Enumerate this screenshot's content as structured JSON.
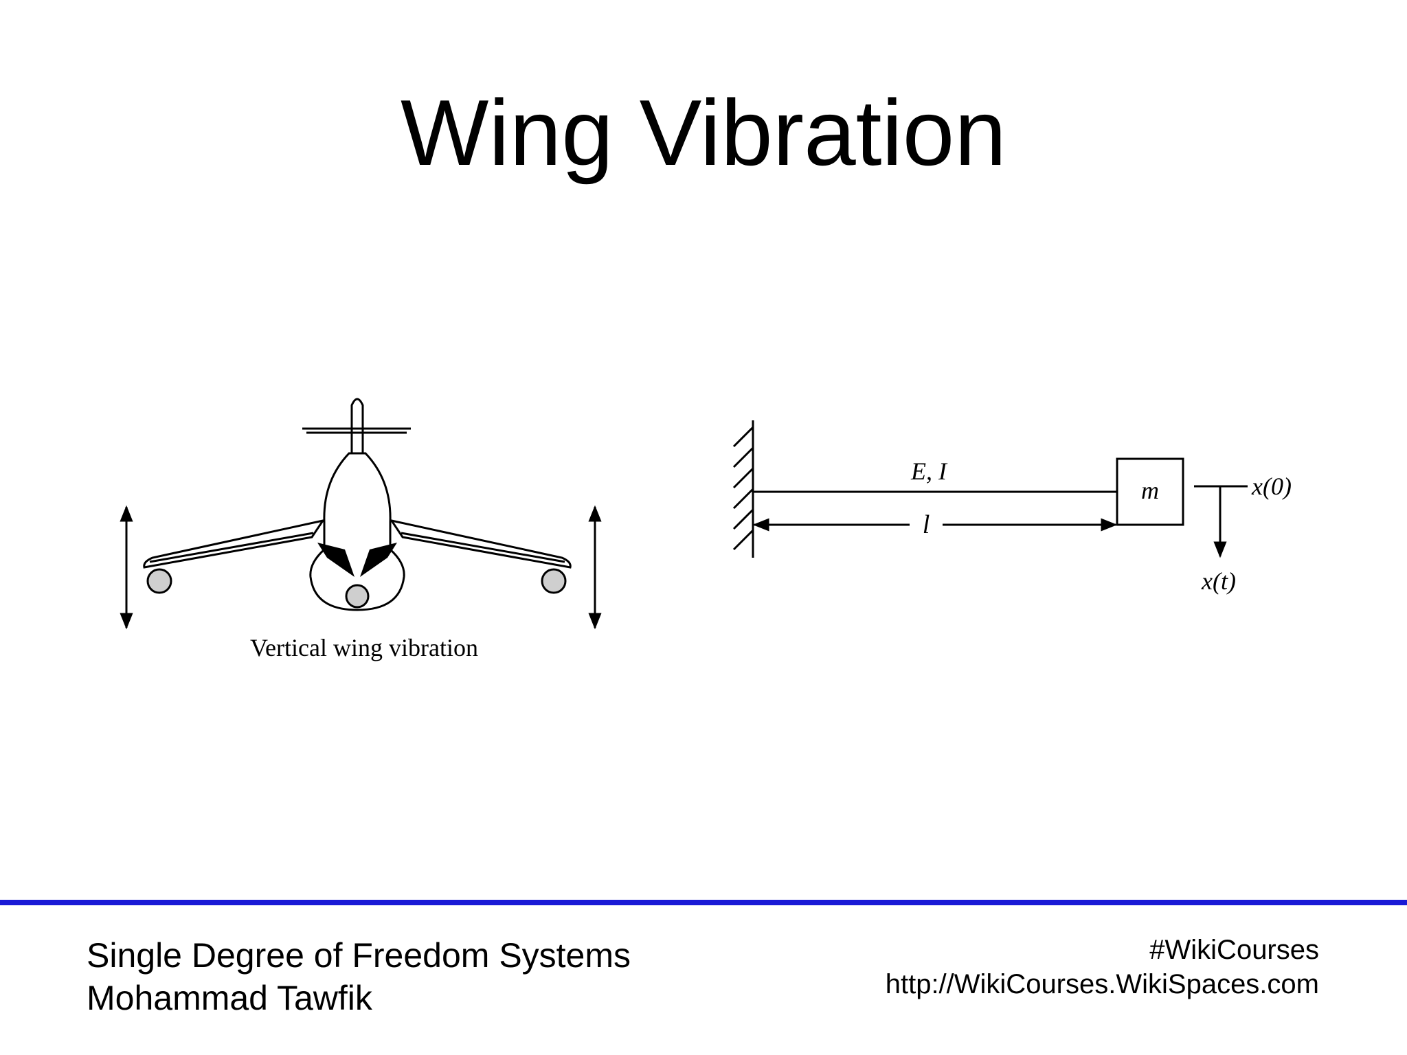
{
  "slide": {
    "title": "Wing Vibration"
  },
  "figure_airplane": {
    "caption": "Vertical wing vibration"
  },
  "figure_beam": {
    "stiffness_label": "E, I",
    "length_label": "l",
    "mass_label": "m",
    "initial_position_label": "x(0)",
    "displacement_label": "x(t)"
  },
  "footer": {
    "course": "Single Degree of Freedom Systems",
    "author": "Mohammad Tawfik",
    "hashtag": "#WikiCourses",
    "url": "http://WikiCourses.WikiSpaces.com"
  },
  "colors": {
    "rule": "#1a1ad6"
  }
}
